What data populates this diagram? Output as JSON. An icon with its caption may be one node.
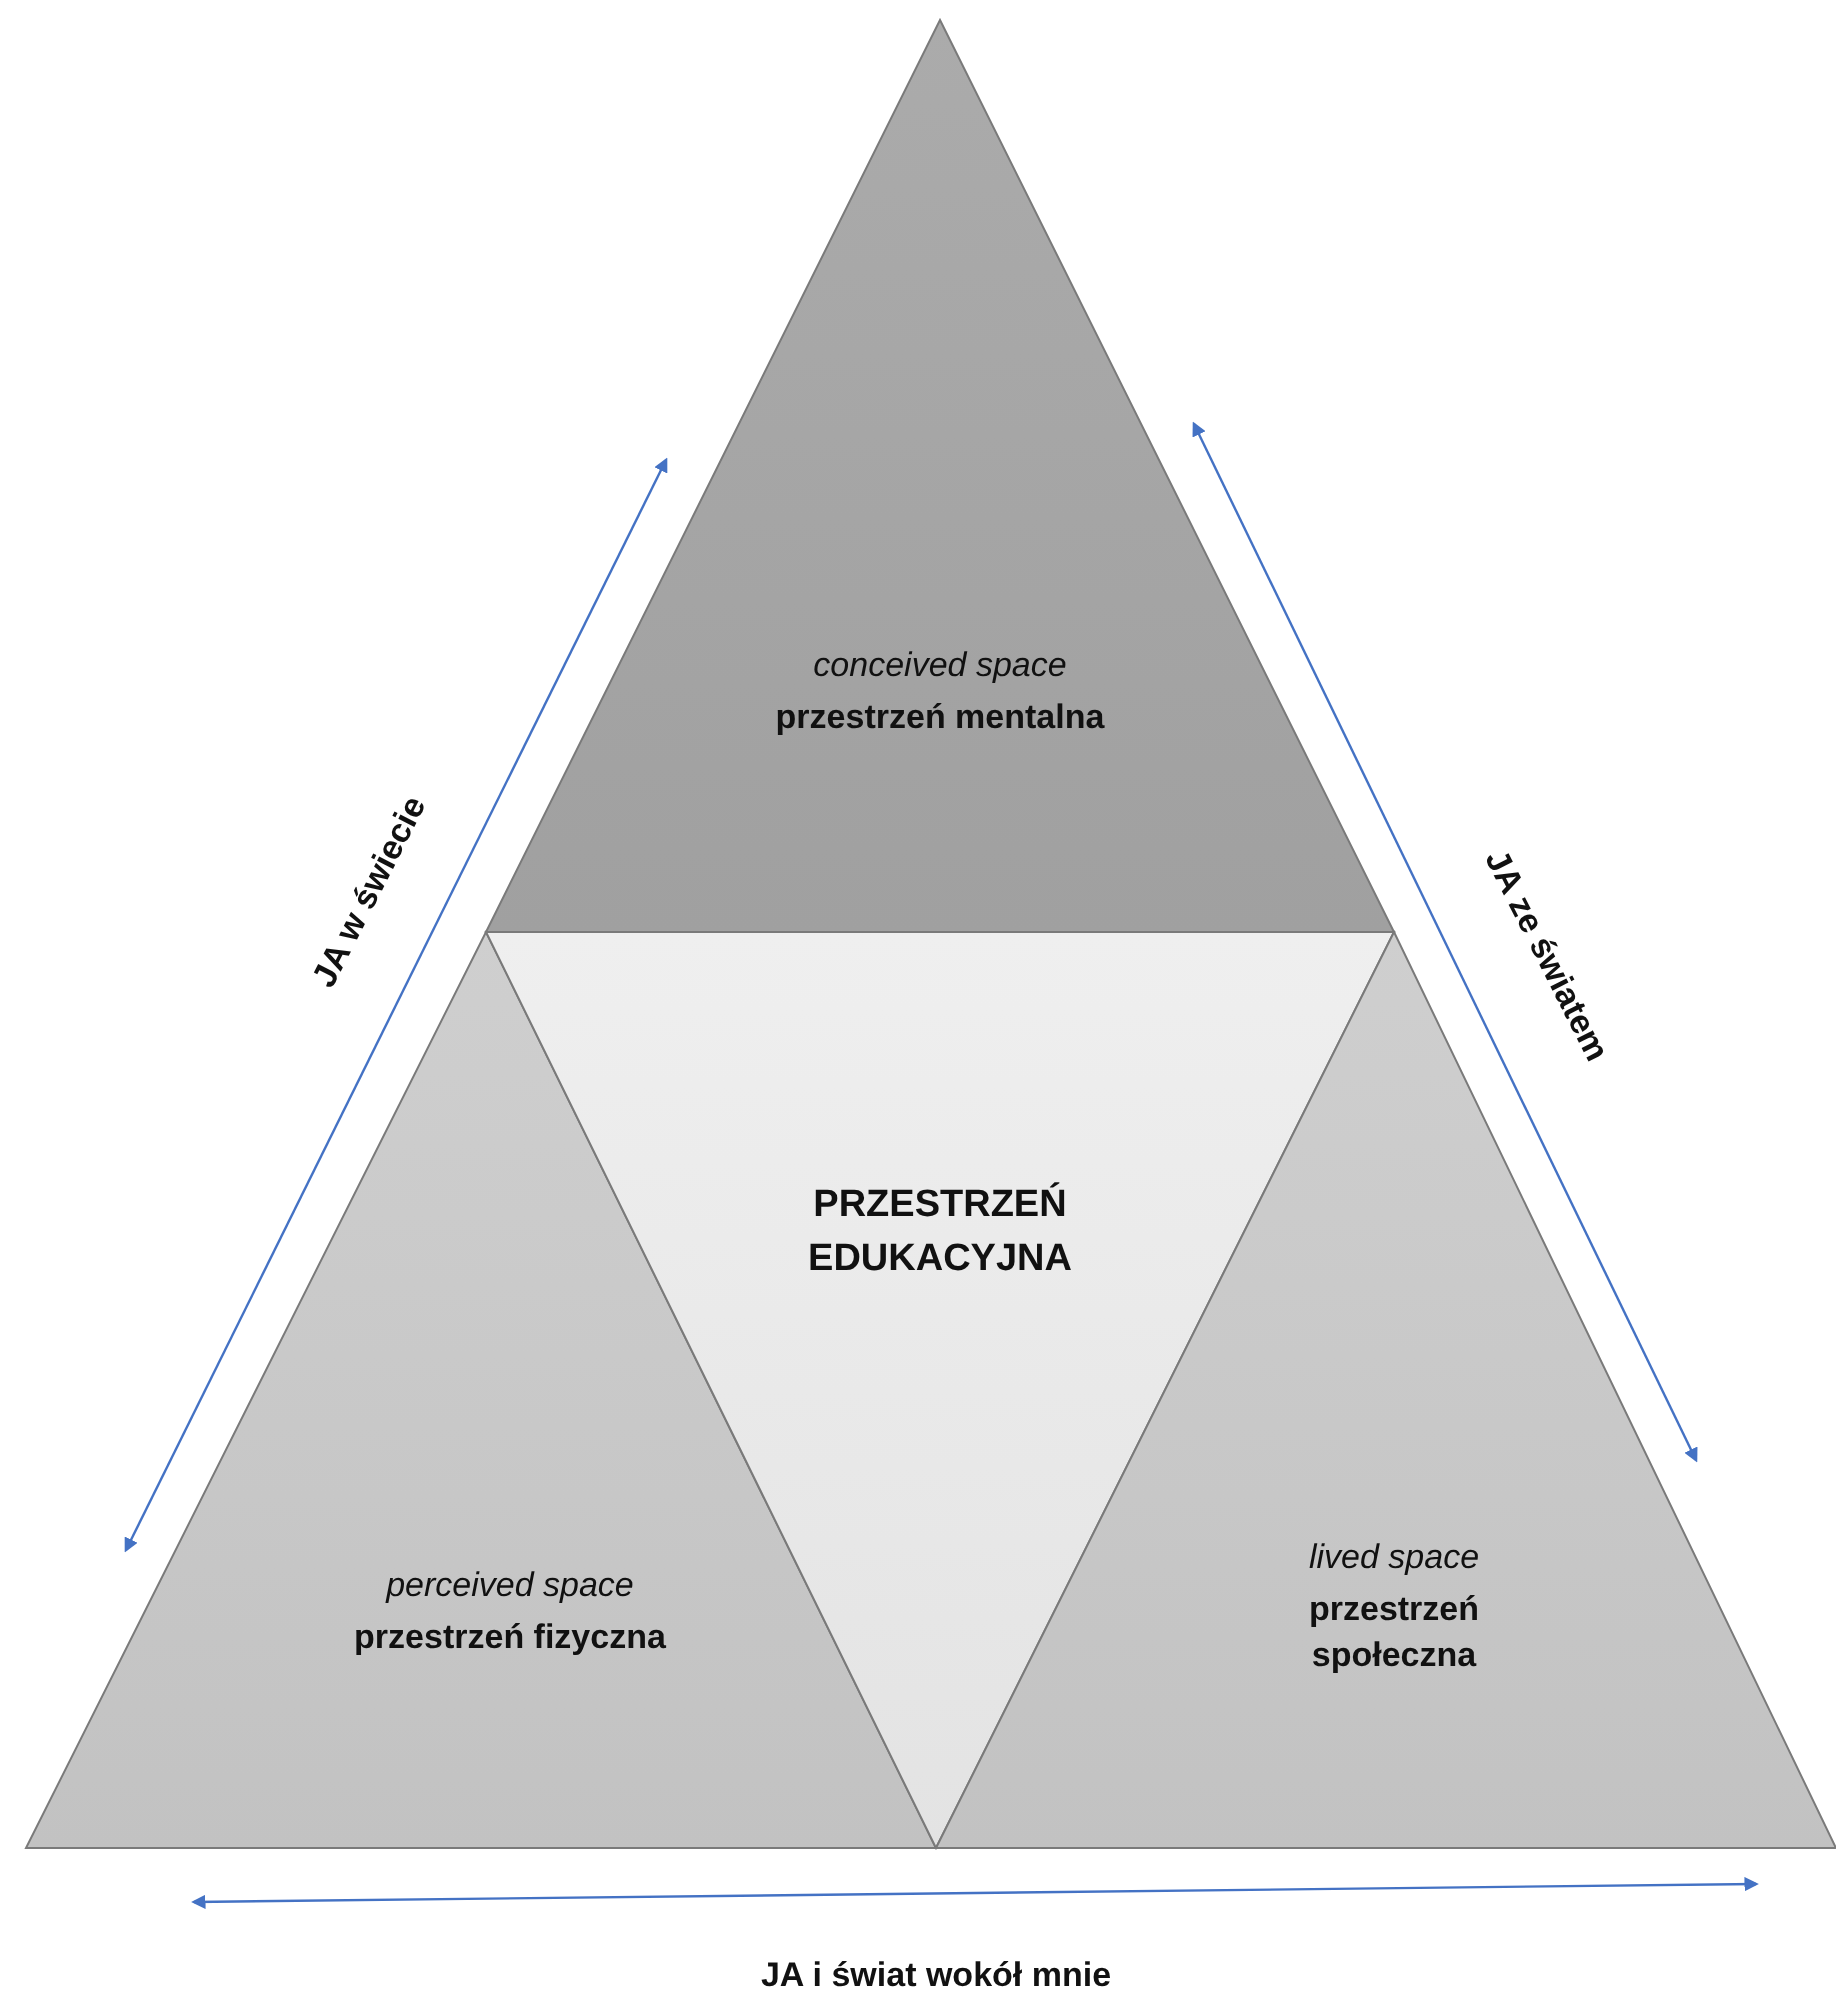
{
  "diagram": {
    "nodes": [
      {
        "text": [
          "conceived space",
          "przestrzeń mentalna"
        ]
      },
      {
        "text": [
          "perceived space",
          "przestrzeń fizyczna"
        ]
      },
      {
        "text": [
          "PRZESTRZEŃ EDUKACYJNA"
        ]
      },
      {
        "text": [
          "lived space",
          "przestrzeń społeczna"
        ]
      }
    ],
    "labels": [
      "JA w świecie",
      "JA ze światem",
      "JA i świat wokół mnie"
    ]
  }
}
